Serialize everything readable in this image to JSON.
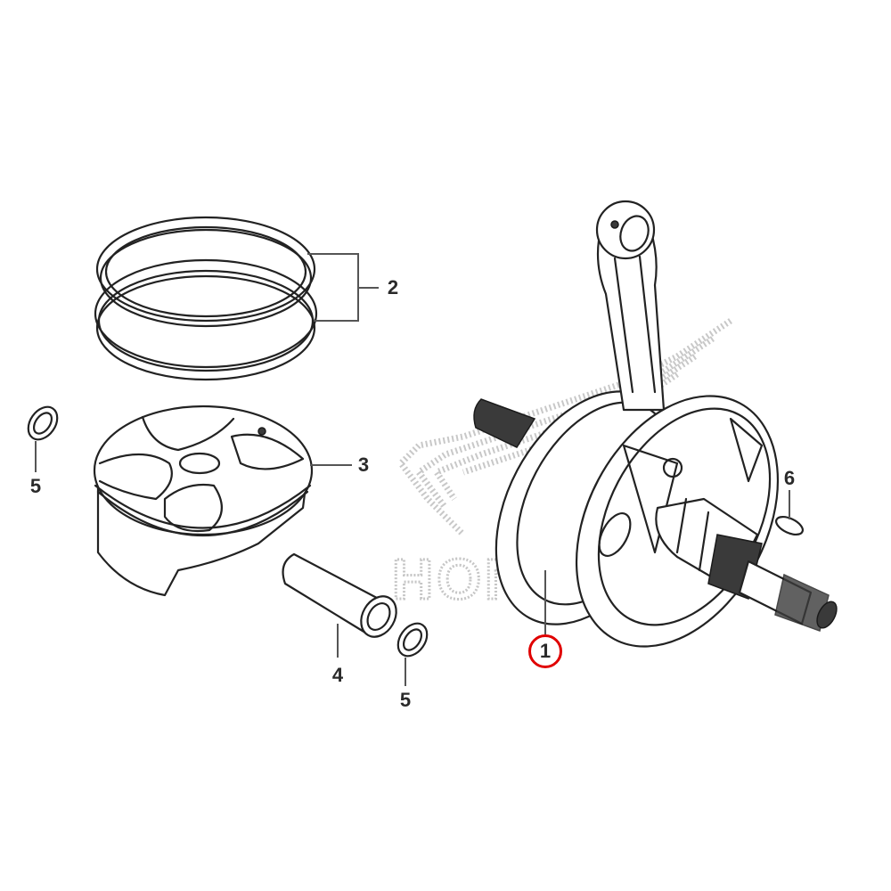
{
  "diagram": {
    "type": "exploded-parts-diagram",
    "subject": "Crankshaft / Piston assembly",
    "watermark": "HONDA",
    "highlight_color": "#e00000",
    "line_color": "#222222",
    "watermark_color": "#c8c8c8"
  },
  "callouts": [
    {
      "id": "1",
      "label": "1",
      "part": "crankshaft-assembly",
      "highlighted": true
    },
    {
      "id": "2",
      "label": "2",
      "part": "piston-ring-set",
      "highlighted": false
    },
    {
      "id": "3",
      "label": "3",
      "part": "piston",
      "highlighted": false
    },
    {
      "id": "4",
      "label": "4",
      "part": "piston-pin",
      "highlighted": false
    },
    {
      "id": "5a",
      "label": "5",
      "part": "piston-pin-clip-left",
      "highlighted": false
    },
    {
      "id": "5b",
      "label": "5",
      "part": "piston-pin-clip-right",
      "highlighted": false
    },
    {
      "id": "6",
      "label": "6",
      "part": "woodruff-key",
      "highlighted": false
    }
  ]
}
